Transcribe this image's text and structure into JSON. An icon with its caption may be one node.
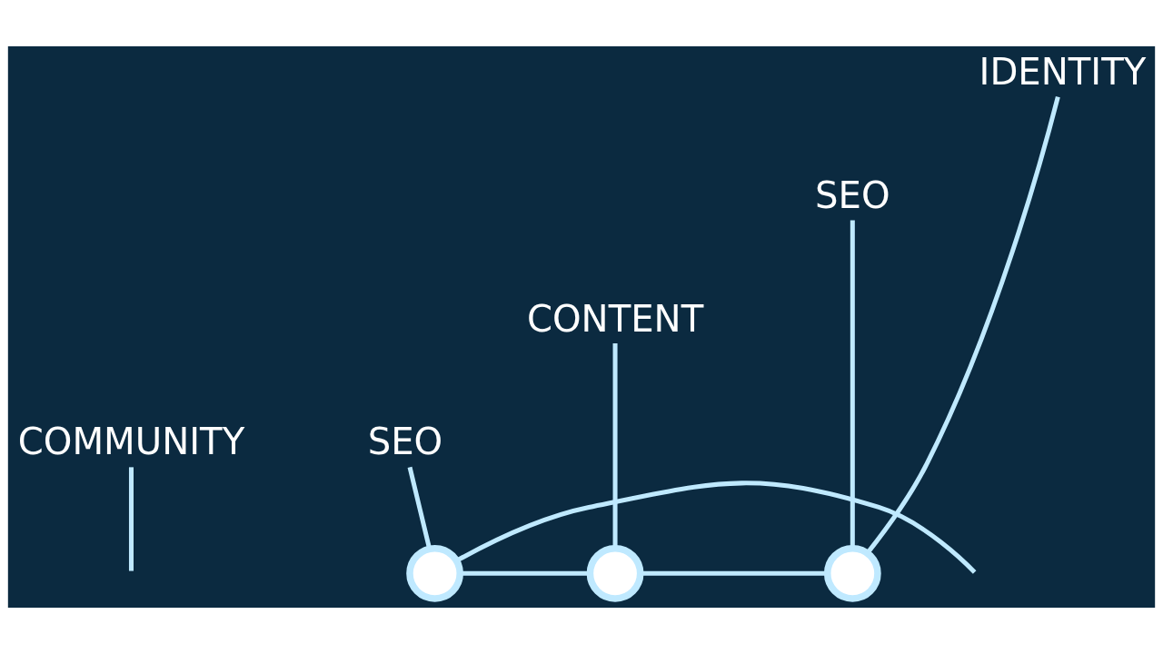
{
  "diagram": {
    "nodes": [
      {
        "text": [
          "COMMUNITY"
        ]
      },
      {
        "text": [
          "SEO"
        ]
      },
      {
        "text": [
          "CONTENT"
        ]
      },
      {
        "text": [
          "SEO"
        ]
      },
      {
        "text": [
          "IDENTITY"
        ]
      },
      {
        "text": [],
        "shape": "circle"
      },
      {
        "text": [],
        "shape": "circle"
      },
      {
        "text": [],
        "shape": "circle"
      }
    ],
    "edges": [
      {
        "from": 0,
        "to": null,
        "arrow": "none"
      },
      {
        "from": 1,
        "to": 5,
        "arrow": "none"
      },
      {
        "from": 2,
        "to": 6,
        "arrow": "none"
      },
      {
        "from": 3,
        "to": 7,
        "arrow": "none"
      },
      {
        "from": 4,
        "to": 7,
        "arrow": "none"
      },
      {
        "from": null,
        "to": 5,
        "arrow": "none"
      },
      {
        "from": 5,
        "to": 6,
        "arrow": "none"
      },
      {
        "from": 6,
        "to": 7,
        "arrow": "none"
      }
    ]
  }
}
